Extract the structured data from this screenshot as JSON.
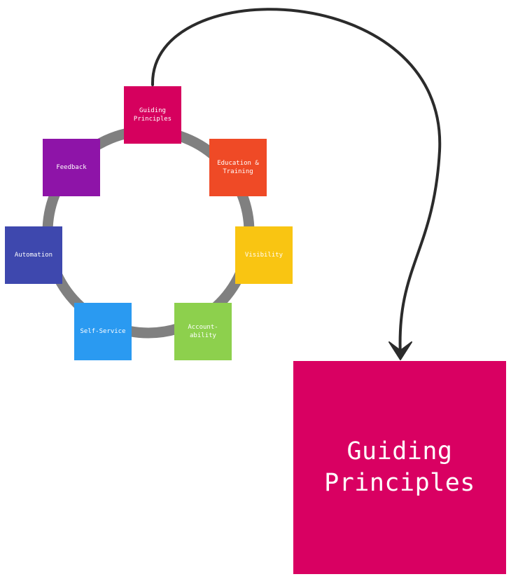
{
  "colors": {
    "ring": "#808080",
    "arrow": "#2b2b2b",
    "guiding": "#d6005e",
    "education": "#ef4a26",
    "visibility": "#f9c512",
    "accountability": "#8dd04d",
    "self_service": "#2a9af1",
    "automation": "#3e48ae",
    "feedback": "#8e14a8",
    "focus": "#d90062"
  },
  "nodes": {
    "guiding": "Guiding\nPrinciples",
    "education": "Education &\nTraining",
    "visibility": "Visibility",
    "accountability": "Account-\nability",
    "self_service": "Self-Service",
    "automation": "Automation",
    "feedback": "Feedback"
  },
  "focus_node": "Guiding\nPrinciples"
}
